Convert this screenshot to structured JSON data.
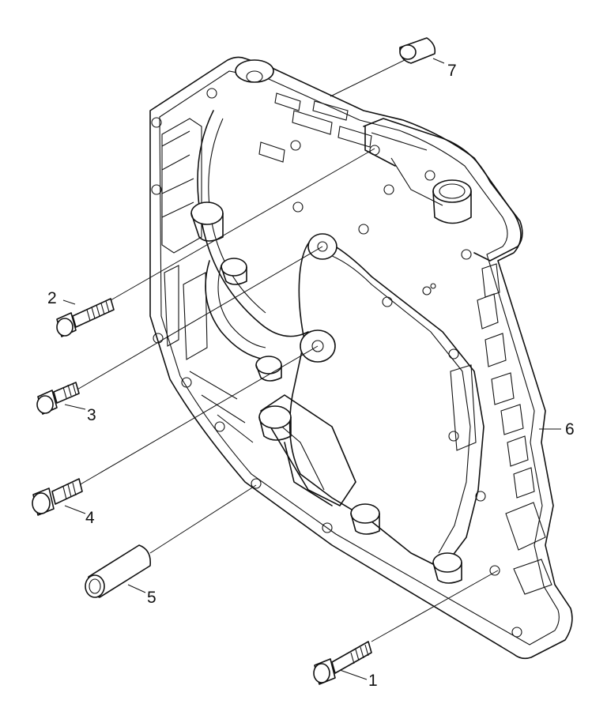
{
  "callouts": {
    "c1": "1",
    "c2": "2",
    "c3": "3",
    "c4": "4",
    "c5": "5",
    "c6": "6",
    "c7": "7"
  },
  "colors": {
    "line": "#111111",
    "background": "#ffffff"
  },
  "parts": [
    "bolt-1",
    "bolt-2",
    "bolt-3",
    "bolt-4",
    "dowel-sleeve-5",
    "housing-6",
    "dowel-pin-7"
  ]
}
